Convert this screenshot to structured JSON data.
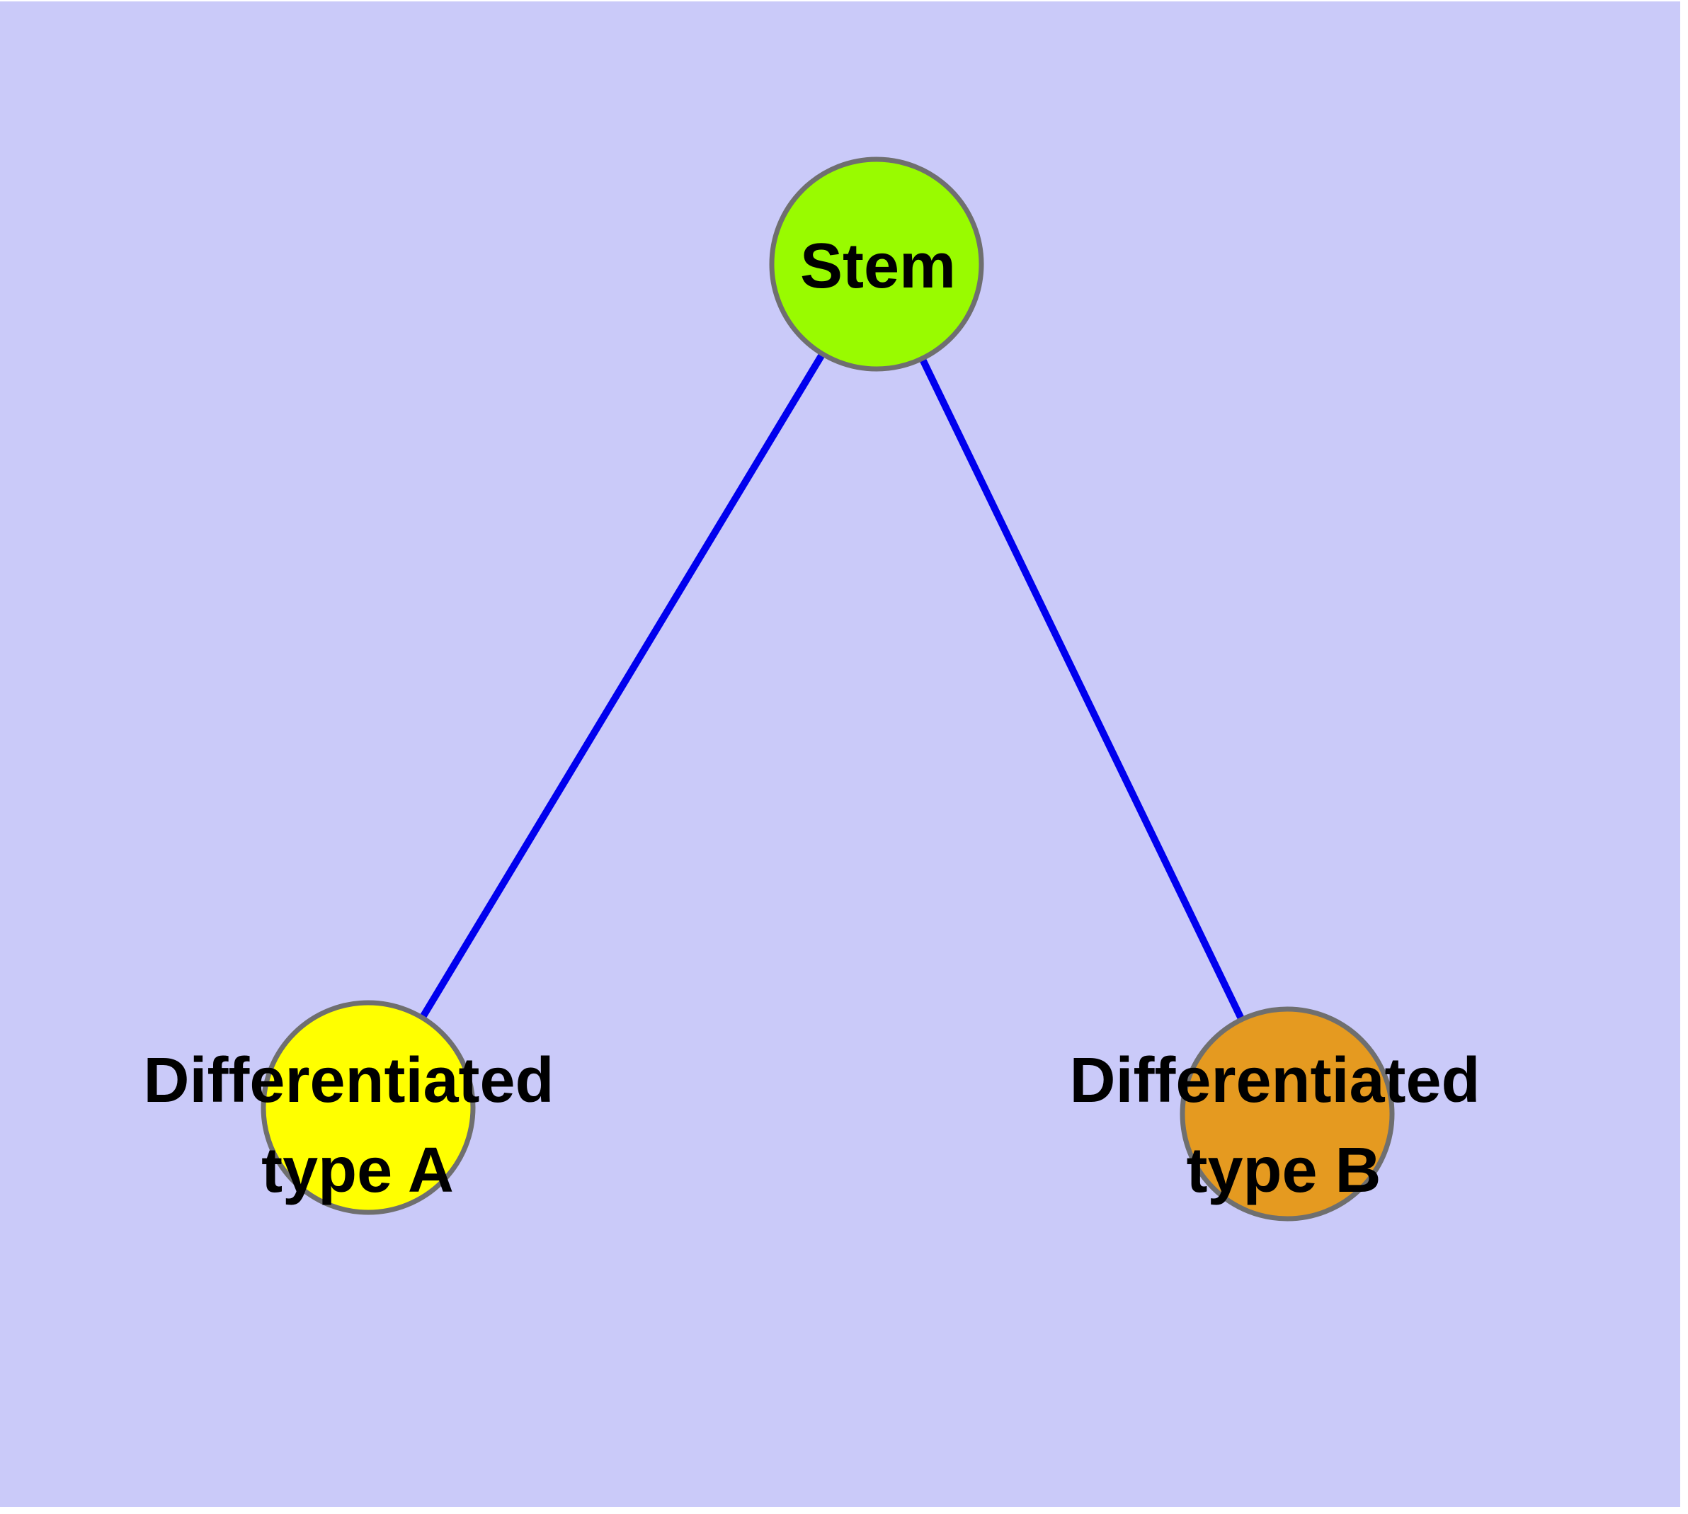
{
  "canvas": {
    "background_color": "#ffffff",
    "panel_color": "#cacaf9"
  },
  "diagram": {
    "title": "",
    "node_border_color": "#6f6f6f",
    "edge_color": "#0000ee",
    "label_color": "#000000",
    "nodes": [
      {
        "id": "stem",
        "label_lines": [
          "Stem"
        ],
        "fill": "#99fb00"
      },
      {
        "id": "type-a",
        "label_lines": [
          "Differentiated",
          "type A"
        ],
        "fill": "#ffff00"
      },
      {
        "id": "type-b",
        "label_lines": [
          "Differentiated",
          "type B"
        ],
        "fill": "#e59a20"
      }
    ],
    "edges": [
      {
        "from": "stem",
        "to": "type-a"
      },
      {
        "from": "stem",
        "to": "type-b"
      }
    ]
  }
}
